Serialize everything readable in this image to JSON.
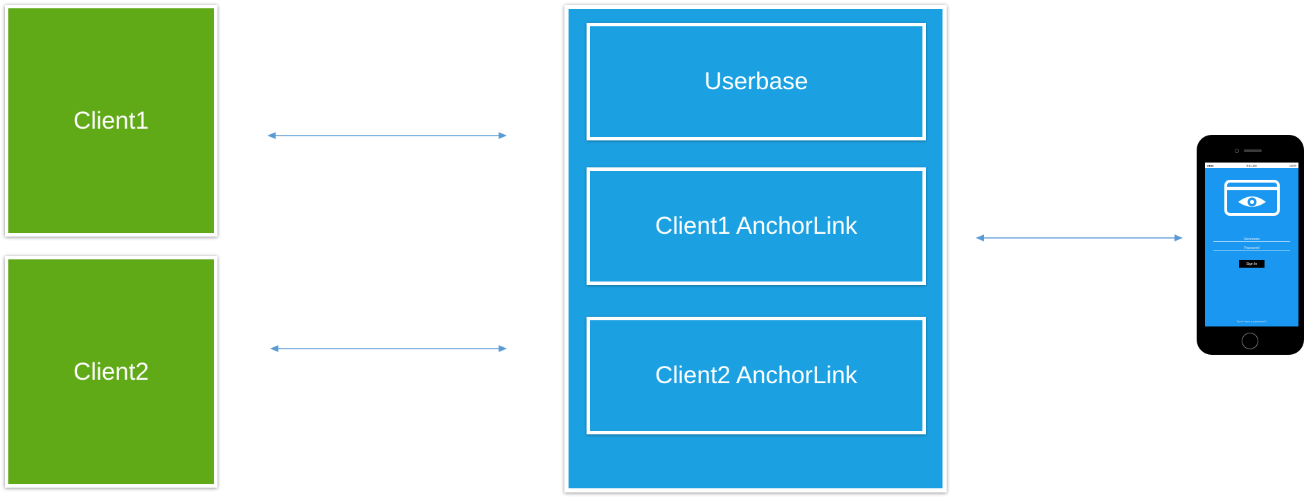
{
  "clients": {
    "client1": {
      "label": "Client1",
      "color": "#60a917"
    },
    "client2": {
      "label": "Client2",
      "color": "#60a917"
    }
  },
  "server": {
    "color": "#1ba1e2",
    "modules": [
      {
        "label": "Userbase"
      },
      {
        "label": "Client1 AnchorLink"
      },
      {
        "label": "Client2 AnchorLink"
      }
    ]
  },
  "connector_color": "#5b9bd5",
  "phone": {
    "screen_color": "#1a97f0",
    "status_bar": {
      "time": "9:41 AM",
      "battery": "100%"
    },
    "icon": "eye-card-icon",
    "username_placeholder": "Username",
    "password_placeholder": "Password",
    "signin_label": "Sign In",
    "forgot_label": "Don't have a password?"
  }
}
